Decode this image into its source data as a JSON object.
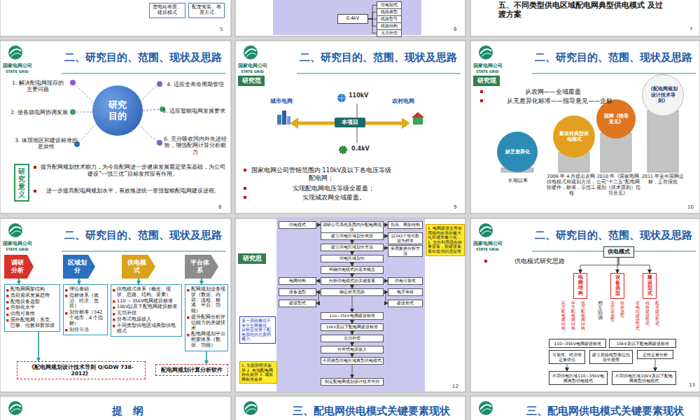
{
  "diagram": {
    "nodes": [
      {
        "text": [
          "变电站布置、建设模式"
        ]
      },
      {
        "text": [
          "配变安装、布置方式"
        ]
      },
      {
        "text": [
          "0.4kV"
        ]
      },
      {
        "text": [
          "供电制式"
        ]
      },
      {
        "text": [
          "线路类型"
        ]
      },
      {
        "text": [
          "线路型号"
        ]
      },
      {
        "text": [
          "线路结构"
        ]
      },
      {
        "text": [
          "无功补偿"
        ]
      },
      {
        "text": [
          "二、研究目的、范围、现状及思路"
        ]
      },
      {
        "text": [
          "研究目的"
        ],
        "in": 8
      },
      {
        "text": [
          "研究意义"
        ],
        "in": 8
      },
      {
        "text": [
          "二、研究目的、范围、现状及思路"
        ]
      },
      {
        "text": [
          "研究范"
        ],
        "in": 11
      },
      {
        "text": [
          "本项目"
        ],
        "in": 11
      },
      {
        "text": [
          "二、研究目的、范围、现状及思路"
        ]
      },
      {
        "text": [
          "研究现"
        ],
        "in": 14
      },
      {
        "text": [
          "缺乏差异化"
        ],
        "in": 14
      },
      {
        "text": [
          "新农村典型供电模式"
        ],
        "in": 14
      },
      {
        "text": [
          "国网《指导意见》"
        ],
        "in": 14
      },
      {
        "text": [
          "《配电网规划设计技术导则》"
        ],
        "in": 14
      },
      {
        "text": [
          "二、研究目的、范围、现状及思路"
        ]
      },
      {
        "text": [
          "调研分析"
        ],
        "in": 20
      },
      {
        "text": [
          "区域划分"
        ],
        "in": 20
      },
      {
        "text": [
          "供电模式"
        ],
        "in": 20
      },
      {
        "text": [
          "平台体系"
        ],
        "in": 20
      },
      {
        "text": [
          "配电网网架结构",
          "负荷需求发展趋势",
          "配电设备选型",
          "自动化水平",
          "供电可靠性",
          "国外配电网：东京、巴黎、伦敦和新加坡"
        ],
        "in": 20
      },
      {
        "text": [
          "理论基础",
          "指标体系（政治、经济、负荷）",
          "划分标准（342 个地市，4 个指标）",
          "划分方法"
        ],
        "in": 20
      },
      {
        "text": [
          "供电模式体系（概念、现状、思路、结构、要素）",
          "110 ~ 35kV电网建设标准",
          "10kV以及下配电网建设标准",
          "无功补偿",
          "分布式电源接入",
          "不同类型供电区域典型供电模式"
        ],
        "in": 20
      },
      {
        "text": [
          "配网规划业务现状（数据、内容、流程、标准、平台、功能）",
          "提升配网分析评估能力的关键技术",
          "配电网规划平台框架体系（数据、功能）"
        ],
        "in": 20
      },
      {
        "text": [
          "《配电网规划设计技术导则 Q/GDW 738-2012》"
        ],
        "in": 20
      },
      {
        "text": [
          "配电网规划计算分析软件"
        ],
        "in": 20
      },
      {
        "text": [
          "研究思"
        ]
      },
      {
        "text": [
          "1. 电网建设全寿命周期内效率的最大化和成本最小化； 2. 充分利用现有存量设备，新建设备要有较强的适应性"
        ]
      },
      {
        "text": [
          "供电模式"
        ]
      },
      {
        "text": [
          "调研公司系统及国内外配电网现状"
        ]
      },
      {
        "text": [
          "负荷、网架结构"
        ]
      },
      {
        "text": [
          "建立供电区域划分依据"
        ]
      },
      {
        "text": [
          "以342个地市数据为样本"
        ]
      },
      {
        "text": [
          "建立供电区域划分方法"
        ]
      },
      {
        "text": [
          "采用聚类分析方法"
        ]
      },
      {
        "text": [
          "供电区域划分"
        ]
      },
      {
        "text": [
          "明确供电模式的基本概念"
        ]
      },
      {
        "text": [
          "电网结构"
        ]
      },
      {
        "text": [
          "分析供电模式的关键要素"
        ]
      },
      {
        "text": [
          "供电可靠性"
        ]
      },
      {
        "text": [
          "设备选型"
        ]
      },
      {
        "text": [
          "确定研究思路"
        ]
      },
      {
        "text": [
          "电压等级"
        ]
      },
      {
        "text": [
          "建设型式"
        ]
      },
      {
        "text": [
          "建设形式"
        ]
      },
      {
        "text": [
          "某一层级最优不等于全网最优，目标是使整个配电系统的总费用最小。"
        ]
      },
      {
        "text": [
          "110~35kV电网建设标准"
        ]
      },
      {
        "text": [
          "10kV及以下配电网建设标准"
        ]
      },
      {
        "text": [
          "无功补偿"
        ]
      },
      {
        "text": [
          "分布式电源接入"
        ]
      },
      {
        "text": [
          "不同类型供电区域典型供电模式"
        ]
      },
      {
        "text": [
          "1. 东西部经济差异 2. 各地配电网存在差异 3. 城农网标准差异"
        ]
      },
      {
        "text": [
          "制定配电网规划设计技术导则"
        ]
      },
      {
        "text": [
          "二、研究目的、范围、现状及思路"
        ]
      },
      {
        "text": [
          "供电模式"
        ],
        "in": 58
      },
      {
        "text": [
          "电网结构"
        ],
        "in": 58
      },
      {
        "text": [
          "设备选型"
        ],
        "in": 58
      },
      {
        "text": [
          "建设型式"
        ],
        "in": 58
      },
      {
        "text": [
          "110~35kV电网建设标准"
        ],
        "in": 58
      },
      {
        "text": [
          "10kV及以下配电网建设标准"
        ],
        "in": 58
      },
      {
        "text": [
          "可靠性、经济性定量评估"
        ],
        "in": 58
      },
      {
        "text": [
          "建立风险模型单位负荷年费用"
        ],
        "in": 58
      },
      {
        "text": [
          "定性定量分析"
        ],
        "in": 58
      },
      {
        "text": [
          "不同供电区域110~35kV电网典型供电模式"
        ],
        "in": 58
      },
      {
        "text": [
          "不同供电区域10kV及以下配电网典型供电模式"
        ],
        "in": 58
      }
    ],
    "edges": [
      {
        "from": 2,
        "to": 3,
        "arrow": "none"
      },
      {
        "from": 2,
        "to": 4,
        "arrow": "none"
      },
      {
        "from": 2,
        "to": 5,
        "arrow": "none"
      },
      {
        "from": 2,
        "to": 6,
        "arrow": "none"
      },
      {
        "from": 2,
        "to": 7,
        "arrow": "none"
      },
      {
        "from": 21,
        "to": 25,
        "arrow": "to"
      },
      {
        "from": 22,
        "to": 26,
        "arrow": "to"
      },
      {
        "from": 23,
        "to": 27,
        "arrow": "to"
      },
      {
        "from": 24,
        "to": 28,
        "arrow": "to"
      },
      {
        "from": 25,
        "to": 29,
        "arrow": "to"
      },
      {
        "from": 28,
        "to": 30,
        "arrow": "to"
      },
      {
        "from": 33,
        "to": 34,
        "arrow": "to"
      },
      {
        "from": 34,
        "to": 35,
        "arrow": "to"
      },
      {
        "from": 34,
        "to": 36,
        "arrow": "to"
      },
      {
        "from": 36,
        "to": 37,
        "arrow": "to"
      },
      {
        "from": 36,
        "to": 38,
        "arrow": "to"
      },
      {
        "from": 38,
        "to": 39,
        "arrow": "to"
      },
      {
        "from": 38,
        "to": 40,
        "arrow": "to"
      },
      {
        "from": 40,
        "to": 41,
        "arrow": "to"
      },
      {
        "from": 41,
        "to": 43,
        "arrow": "to"
      },
      {
        "from": 43,
        "to": 42,
        "arrow": "to"
      },
      {
        "from": 43,
        "to": 44,
        "arrow": "to"
      },
      {
        "from": 43,
        "to": 46,
        "arrow": "to"
      },
      {
        "from": 46,
        "to": 45,
        "arrow": "to"
      },
      {
        "from": 46,
        "to": 47,
        "arrow": "to"
      },
      {
        "from": 46,
        "to": 48,
        "arrow": "to"
      },
      {
        "from": 46,
        "to": 49,
        "arrow": "to"
      },
      {
        "from": 46,
        "to": 51,
        "arrow": "to"
      },
      {
        "from": 51,
        "to": 52,
        "arrow": "to"
      },
      {
        "from": 52,
        "to": 53,
        "arrow": "to"
      },
      {
        "from": 53,
        "to": 54,
        "arrow": "to"
      },
      {
        "from": 54,
        "to": 55,
        "arrow": "to"
      },
      {
        "from": 55,
        "to": 57,
        "arrow": "to"
      },
      {
        "from": 59,
        "to": 60,
        "arrow": "to"
      },
      {
        "from": 59,
        "to": 61,
        "arrow": "to"
      },
      {
        "from": 59,
        "to": 62,
        "arrow": "to"
      },
      {
        "from": 65,
        "to": 68,
        "arrow": "to"
      },
      {
        "from": 67,
        "to": 69,
        "arrow": "to"
      }
    ],
    "labels": [
      "5",
      "6",
      "五、不同类型供电区域配电网典型供电模式 及过渡方案",
      "7",
      "国家电网公司",
      "STATE GRID",
      "1. 解决配电网现存的主要问题",
      "2. 使各级电网协调发展",
      "3. 体现地区和建设标准的差异性",
      "4. 适应全寿命周期管理",
      "5. 适应智能电网发展要求",
      "6. 充分吸收国内外先进经验，增强配网计算分析能力",
      "提升配网规划技术能力，为今后配网进一步健康发展奠定坚实基础，为公司建设“一强三优”目标发挥应有作用。",
      "进一步提高配电网规划水平，有效推进统一坚强智能配电网建设进程。",
      "8",
      "国家电网公司",
      "STATE GRID",
      "城市电网",
      "110kV",
      "农村电网",
      "0.4kV",
      "国家电网公司管辖范围内 110kV及以下各电压等级配电网；",
      "实现配电网电压等级全覆盖；",
      "实现城农网全域覆盖。",
      "9",
      "国家电网公司",
      "STATE GRID",
      "从农网——全域覆盖",
      "从无差异化标准——指导意见——企标",
      "长期以来",
      "2006 年 4 月提出农网供电模式和规划方法，软硬件，标准，示范工程",
      "2010 年《国家电网公司“十二五”配电网规划（技术原则）指导意见》",
      "2011 年至今国网企标，正在报批",
      "10",
      "国家电网公司",
      "STATE GRID",
      "12",
      "国家电网公司",
      "STATE GRID",
      "供电模式研究思路",
      "相互协调",
      "高压配电网结构",
      "中压配电网结构",
      "低压配电网结构",
      "变压器选型",
      "线路选型",
      "变电站建设型式",
      "线路建设型式",
      "配变建设型式",
      "13",
      "提　纲",
      "三、配电网供电模式关键要素现状",
      "三、配电网供电模式关键要素现状"
    ]
  }
}
